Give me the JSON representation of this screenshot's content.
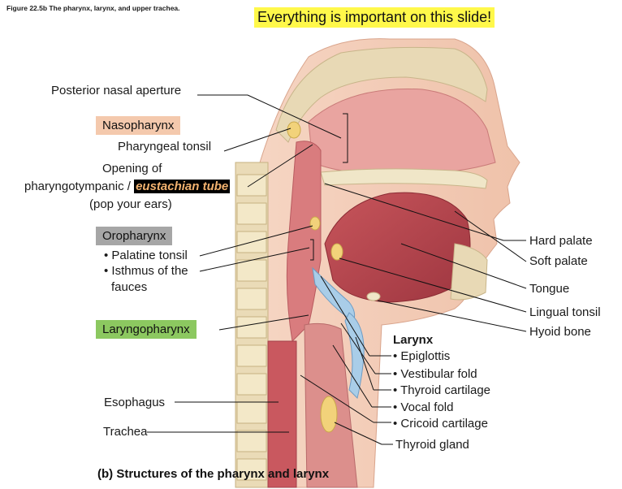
{
  "figure_caption": "Figure 22.5b The pharynx, larynx, and upper trachea.",
  "banner": "Everything is important on this slide!",
  "labels": {
    "posterior_nasal_aperture": "Posterior nasal aperture",
    "nasopharynx": "Nasopharynx",
    "pharyngeal_tonsil": "Pharyngeal tonsil",
    "opening_of": "Opening of",
    "pharyngotympanic": "pharyngotympanic /",
    "eustachian_tube": "eustachian tube",
    "pop_your_ears": "(pop your ears)",
    "oropharynx": "Oropharynx",
    "palatine_tonsil": "• Palatine tonsil",
    "isthmus_of_the": "• Isthmus of the",
    "fauces": "fauces",
    "laryngopharynx": "Laryngopharynx",
    "esophagus": "Esophagus",
    "trachea": "Trachea",
    "hard_palate": "Hard palate",
    "soft_palate": "Soft palate",
    "tongue": "Tongue",
    "lingual_tonsil": "Lingual tonsil",
    "hyoid_bone": "Hyoid bone",
    "larynx": "Larynx",
    "epiglottis": "• Epiglottis",
    "vestibular_fold": "• Vestibular fold",
    "thyroid_cartilage": "• Thyroid cartilage",
    "vocal_fold": "• Vocal fold",
    "cricoid_cartilage": "• Cricoid cartilage",
    "thyroid_gland": "Thyroid gland"
  },
  "bottom_caption": "(b) Structures of the pharynx and larynx",
  "colors": {
    "banner": "#fff84a",
    "nasopharynx": "#f4c9ad",
    "oropharynx": "#a6a6a6",
    "laryngopharynx": "#8cc860",
    "eustachian_text": "#f2b26f"
  }
}
